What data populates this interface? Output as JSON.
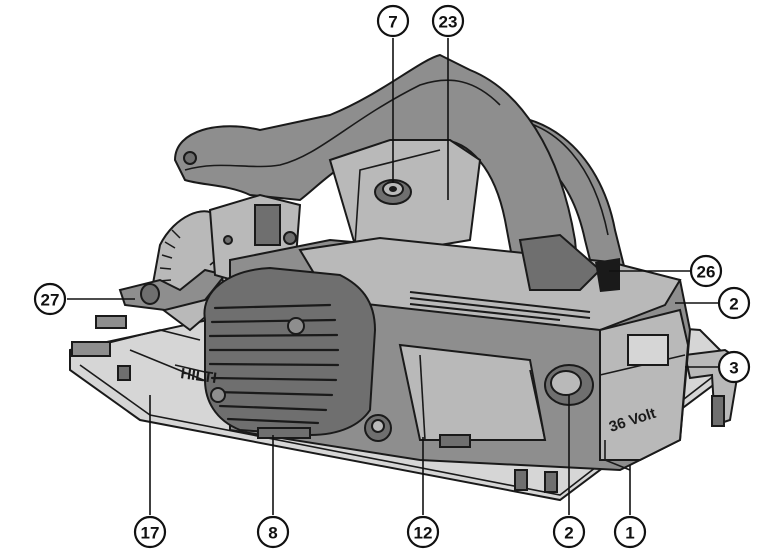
{
  "diagram": {
    "callouts": [
      {
        "id": "c7",
        "number": "7"
      },
      {
        "id": "c23",
        "number": "23"
      },
      {
        "id": "c26",
        "number": "26"
      },
      {
        "id": "c2a",
        "number": "2"
      },
      {
        "id": "c3",
        "number": "3"
      },
      {
        "id": "c27",
        "number": "27"
      },
      {
        "id": "c17",
        "number": "17"
      },
      {
        "id": "c8",
        "number": "8"
      },
      {
        "id": "c12",
        "number": "12"
      },
      {
        "id": "c2b",
        "number": "2"
      },
      {
        "id": "c1",
        "number": "1"
      }
    ],
    "battery_label": "36 Volt",
    "brand_mark": "HILTI"
  },
  "colors": {
    "housing_dark": "#6f6f6f",
    "housing_mid": "#8e8e8e",
    "housing_light": "#b9b9b9",
    "outline": "#1a1a1a"
  }
}
